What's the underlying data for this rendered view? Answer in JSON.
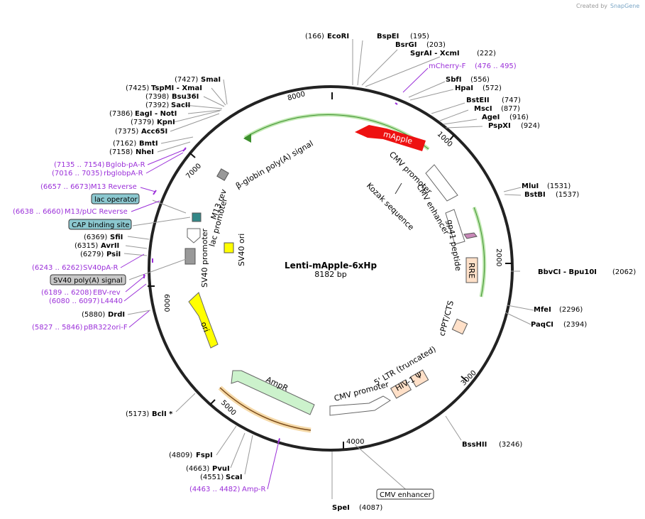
{
  "header": {
    "created_by": "Created by",
    "brand": "SnapGene"
  },
  "plasmid": {
    "name": "Lenti-mApple-6xHp",
    "size": "8182 bp"
  },
  "ticks": [
    "1000",
    "2000",
    "3000",
    "4000",
    "5000",
    "6000",
    "7000",
    "8000"
  ],
  "sites": [
    {
      "pos": "(166)",
      "name": "EcoRI"
    },
    {
      "pos": "(195)",
      "name": "BspEI"
    },
    {
      "pos": "(203)",
      "name": "BsrGI"
    },
    {
      "pos": "(222)",
      "name": "SgrAI  - XcmI"
    },
    {
      "pos": "(556)",
      "name": "SbfI"
    },
    {
      "pos": "(572)",
      "name": "HpaI"
    },
    {
      "pos": "(747)",
      "name": "BstEII"
    },
    {
      "pos": "(877)",
      "name": "MscI"
    },
    {
      "pos": "(916)",
      "name": "AgeI"
    },
    {
      "pos": "(924)",
      "name": "PspXI"
    },
    {
      "pos": "(1531)",
      "name": "MluI"
    },
    {
      "pos": "(1537)",
      "name": "BstBI"
    },
    {
      "pos": "(2062)",
      "name": "BbvCI  - Bpu10I"
    },
    {
      "pos": "(2296)",
      "name": "MfeI"
    },
    {
      "pos": "(2394)",
      "name": "PaqCI"
    },
    {
      "pos": "(3246)",
      "name": "BssHII"
    },
    {
      "pos": "(4087)",
      "name": "SpeI"
    },
    {
      "pos": "(4551)",
      "name": "ScaI"
    },
    {
      "pos": "(4663)",
      "name": "PvuI"
    },
    {
      "pos": "(4809)",
      "name": "FspI"
    },
    {
      "pos": "(5173)",
      "name": "BclI *"
    },
    {
      "pos": "(5880)",
      "name": "DrdI"
    },
    {
      "pos": "(6279)",
      "name": "PsiI"
    },
    {
      "pos": "(6315)",
      "name": "AvrII"
    },
    {
      "pos": "(6369)",
      "name": "SfiI"
    },
    {
      "pos": "(7158)",
      "name": "NheI"
    },
    {
      "pos": "(7162)",
      "name": "BmtI"
    },
    {
      "pos": "(7375)",
      "name": "Acc65I"
    },
    {
      "pos": "(7379)",
      "name": "KpnI"
    },
    {
      "pos": "(7386)",
      "name": "EagI  - NotI"
    },
    {
      "pos": "(7392)",
      "name": "SacII"
    },
    {
      "pos": "(7398)",
      "name": "Bsu36I"
    },
    {
      "pos": "(7425)",
      "name": "TspMI  - XmaI"
    },
    {
      "pos": "(7427)",
      "name": "SmaI"
    }
  ],
  "primers": [
    {
      "name": "mCherry-F",
      "range": "(476 .. 495)"
    },
    {
      "name": "Bglob-pA-R",
      "range": "(7135 .. 7154)"
    },
    {
      "name": "rbglobpA-R",
      "range": "(7016 .. 7035)"
    },
    {
      "name": "M13 Reverse",
      "range": "(6657 .. 6673)"
    },
    {
      "name": "M13/pUC Reverse",
      "range": "(6638 .. 6660)"
    },
    {
      "name": "SV40pA-R",
      "range": "(6243 .. 6262)"
    },
    {
      "name": "EBV-rev",
      "range": "(6189 .. 6208)"
    },
    {
      "name": "L4440",
      "range": "(6080 .. 6097)"
    },
    {
      "name": "pBR322ori-F",
      "range": "(5827 .. 5846)"
    },
    {
      "name": "Amp-R",
      "range": "(4463 .. 4482)"
    }
  ],
  "boxed": [
    "lac operator",
    "CAP binding site",
    "SV40 poly(A) signal",
    "CMV enhancer"
  ],
  "features": {
    "mapple": "mApple",
    "cmv_promoter_top": "CMV promoter",
    "cmv_enhancer_top": "CMV enhancer",
    "kozak": "Kozak sequence",
    "gp41": "gp41 peptide",
    "rre": "RRE",
    "cppt": "cPPT/CTS",
    "ltr5": "5' LTR (truncated)",
    "hiv_psi": "HIV-1 Ψ",
    "cmv_promoter_bottom": "CMV promoter",
    "ampr": "AmpR",
    "ori": "ori",
    "sv40_promoter": "SV40 promoter",
    "sv40_ori": "SV40 ori",
    "lac_promoter": "lac promoter",
    "m13_rev": "M13 rev",
    "bglobin": "β-globin poly(A) signal"
  },
  "colors": {
    "mapple": "#ee1111",
    "ampr_fill": "#ccf2cc",
    "ori_fill": "#ffff00",
    "rre_fill": "#ffe0c8",
    "orange_arc": "#c87f28",
    "green_arc": "#7ed36a",
    "primer": "#9b30d9",
    "lac_operator_box": "#8cc8d0"
  }
}
